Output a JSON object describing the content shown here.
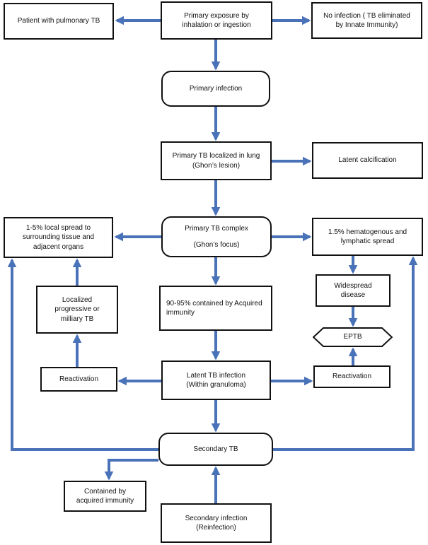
{
  "diagram": {
    "arrow_color": "#4a72b8",
    "border_color": "#111111",
    "nodes": {
      "patient": {
        "lines": [
          "Patient with pulmonary TB"
        ]
      },
      "primary_exposure": {
        "lines": [
          "Primary exposure by",
          "inhalation or ingestion"
        ]
      },
      "no_infection": {
        "lines": [
          "No infection ( TB eliminated",
          "by Innate Immunity)"
        ]
      },
      "primary_infection": {
        "lines": [
          "Primary infection"
        ]
      },
      "primary_localized": {
        "lines": [
          "Primary TB localized in lung",
          "(Ghon’s lesion)"
        ]
      },
      "latent_calcification": {
        "lines": [
          "Latent calcification"
        ]
      },
      "local_spread": {
        "lines": [
          "1-5% local spread to",
          "surrounding tissue and",
          "adjacent organs"
        ]
      },
      "primary_complex": {
        "lines": [
          "Primary TB complex",
          "(Ghon’s focus)"
        ]
      },
      "hematogenous": {
        "lines": [
          "1.5% hematogenous and",
          "lymphatic spread"
        ]
      },
      "localized_progressive": {
        "lines": [
          "Localized",
          "progressive or",
          "milliary TB"
        ]
      },
      "contained_acquired": {
        "lines": [
          "90-95% contained by Acquired",
          "immunity"
        ]
      },
      "widespread": {
        "lines": [
          "Widespread",
          "disease"
        ]
      },
      "eptb": {
        "lines": [
          "EPTB"
        ]
      },
      "reactivation_left": {
        "lines": [
          "Reactivation"
        ]
      },
      "latent_tb": {
        "lines": [
          "Latent TB infection",
          "(Within granuloma)"
        ]
      },
      "reactivation_right": {
        "lines": [
          "Reactivation"
        ]
      },
      "secondary_tb": {
        "lines": [
          "Secondary TB"
        ]
      },
      "contained_by_acquired": {
        "lines": [
          "Contained by",
          "acquired immunity"
        ]
      },
      "secondary_infection": {
        "lines": [
          "Secondary infection",
          "(Reinfection)"
        ]
      }
    }
  }
}
